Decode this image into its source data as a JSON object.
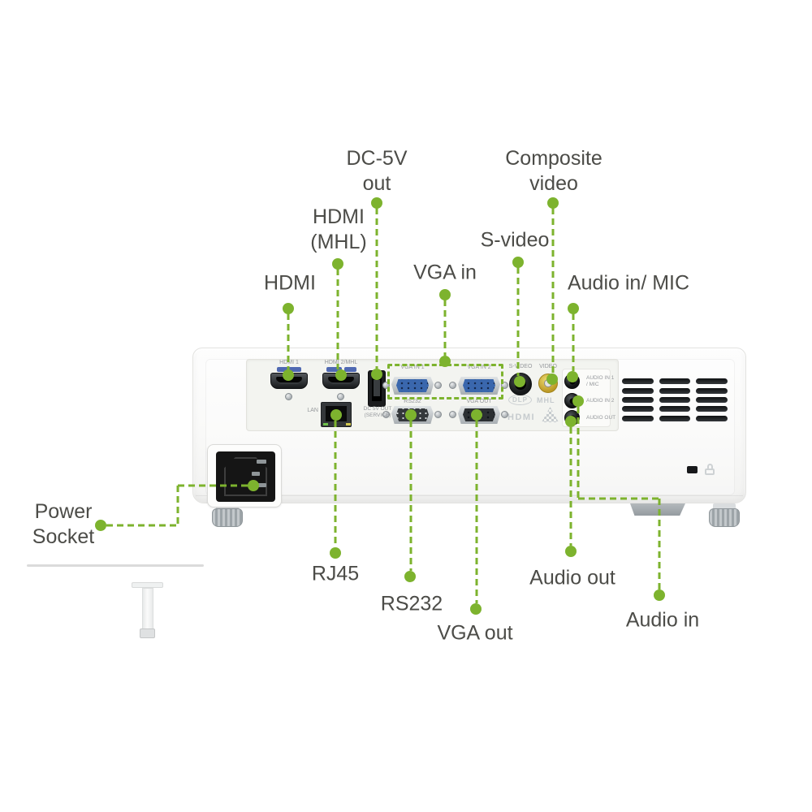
{
  "colors": {
    "accent_green": "#7db32e",
    "callout_text": "#4c4c48",
    "port_label_text": "#95989c",
    "vga_blue": "#3a67ad",
    "rca_yellow": "#d7b93f"
  },
  "callouts": {
    "hdmi": "HDMI",
    "hdmi_mhl_line1": "HDMI",
    "hdmi_mhl_line2": "(MHL)",
    "dc5v_line1": "DC-5V",
    "dc5v_line2": "out",
    "vga_in": "VGA in",
    "s_video": "S-video",
    "composite_line1": "Composite",
    "composite_line2": "video",
    "audio_in_mic": "Audio in/ MIC",
    "power_line1": "Power",
    "power_line2": "Socket",
    "rj45": "RJ45",
    "rs232": "RS232",
    "vga_out": "VGA out",
    "audio_out": "Audio out",
    "audio_in": "Audio in"
  },
  "port_labels": {
    "hdmi1": "HDMI 1",
    "hdmi2": "HDMI 2/MHL",
    "lan": "LAN",
    "dc5v_out": "DC 5V OUT",
    "dc5v_service": "(SERVICE)",
    "vga_in_1": "VGA IN 1",
    "vga_in_2": "VGA IN 2",
    "rs232": "RS232",
    "vga_out": "VGA OUT",
    "s_video": "S-VIDEO",
    "video": "VIDEO",
    "audio_in_1": "AUDIO IN 1",
    "audio_in_1_mic": "/ MIC",
    "audio_in_2": "AUDIO IN 2",
    "audio_out": "AUDIO OUT"
  },
  "logos": {
    "dlp": "DLP",
    "mhl": "MHL",
    "hdmi": "HDMI"
  }
}
